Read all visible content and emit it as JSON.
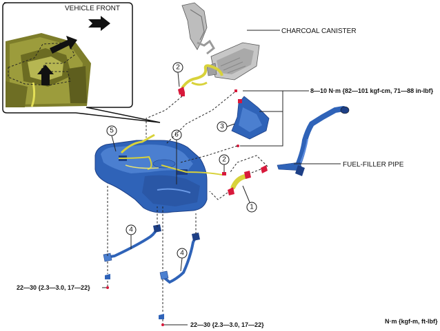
{
  "labels": {
    "vehicle_front": "VEHICLE FRONT",
    "charcoal_canister": "CHARCOAL CANISTER",
    "fuel_filler_pipe": "FUEL-FILLER PIPE",
    "torque_heat_insulator": "8—10 N·m {82—101 kgf-cm, 71—88 in-lbf}",
    "torque_band_left": "22—30 {2.3—3.0, 17—22}",
    "torque_band_right": "22—30 {2.3—3.0, 17—22}",
    "units_note": "N·m {kgf-m, ft-lbf}"
  },
  "callouts": {
    "c1": "1",
    "c2a": "2",
    "c2b": "2",
    "c3": "3",
    "c4a": "4",
    "c4b": "4",
    "c5": "5",
    "c6": "6"
  },
  "colors": {
    "tank_blue": "#2f63b8",
    "tank_dark": "#1d3f86",
    "hose_yellow": "#d8d23a",
    "detail_olive": "#8a8a2e",
    "canister_gray": "#b9b9b9",
    "bolt_red": "#d8193b"
  }
}
